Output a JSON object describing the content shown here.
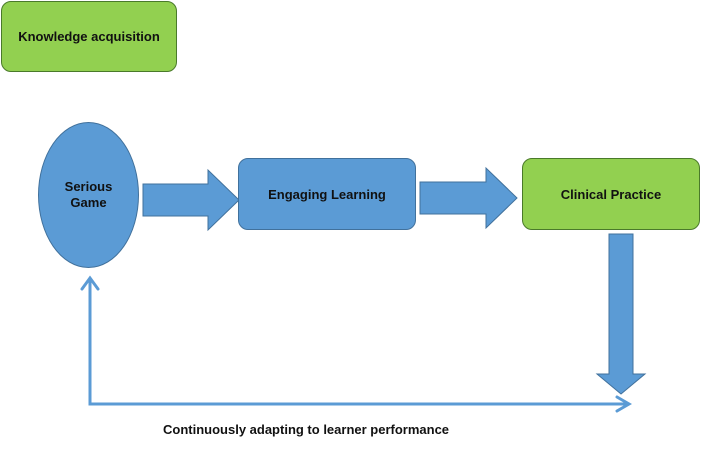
{
  "legend": {
    "label": "Knowledge acquisition"
  },
  "nodes": {
    "serious_game": "Serious\nGame",
    "engaging_learning": "Engaging Learning",
    "clinical_practice": "Clinical Practice"
  },
  "feedback_caption": "Continuously adapting to learner performance",
  "colors": {
    "green_fill": "#92d050",
    "blue_fill": "#5b9bd5",
    "blue_stroke": "#41719c"
  }
}
